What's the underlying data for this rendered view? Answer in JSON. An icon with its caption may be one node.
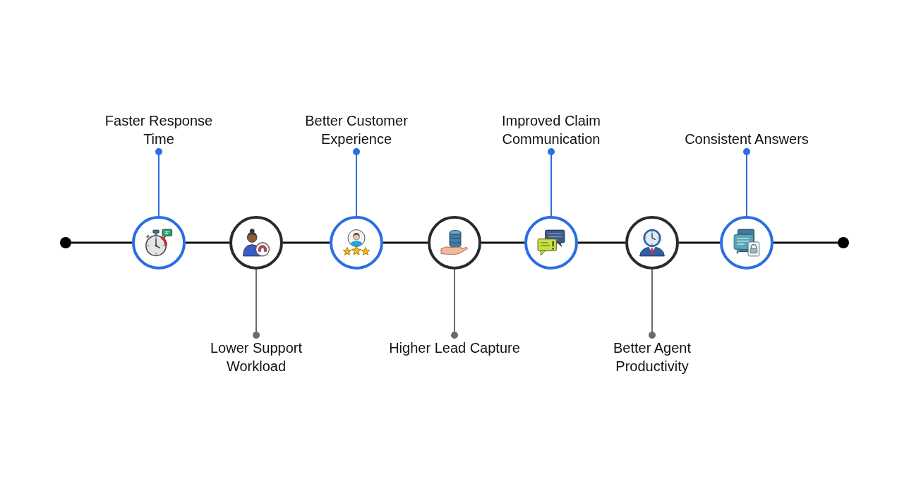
{
  "diagram": {
    "nodes": [
      {
        "text": [],
        "shape": "circle"
      },
      {
        "text": [],
        "shape": "circle"
      },
      {
        "text": [
          "Faster Response Time"
        ]
      },
      {
        "text": [],
        "shape": "circle"
      },
      {
        "text": [
          "Lower Support Workload"
        ]
      },
      {
        "text": [],
        "shape": "circle"
      },
      {
        "text": [
          "Better Customer Experience"
        ]
      },
      {
        "text": [],
        "shape": "circle"
      },
      {
        "text": [
          "Higher Lead Capture"
        ]
      },
      {
        "text": [],
        "shape": "circle"
      },
      {
        "text": [
          "Improved Claim Communication"
        ]
      },
      {
        "text": [],
        "shape": "circle"
      },
      {
        "text": [
          "Better Agent Productivity"
        ]
      },
      {
        "text": [],
        "shape": "circle"
      },
      {
        "text": [
          "Consistent Answers"
        ]
      },
      {
        "text": [],
        "shape": "circle"
      }
    ],
    "edges": [
      {
        "from": 0,
        "to": 1,
        "arrow": "none"
      },
      {
        "from": 2,
        "to": 1,
        "arrow": "other",
        "color": "#2b6de3"
      },
      {
        "from": 1,
        "to": 3,
        "arrow": "none"
      },
      {
        "from": 4,
        "to": 3,
        "arrow": "other",
        "color": "#6b6b6b"
      },
      {
        "from": 3,
        "to": 5,
        "arrow": "none"
      },
      {
        "from": 6,
        "to": 5,
        "arrow": "other",
        "color": "#2b6de3"
      },
      {
        "from": 5,
        "to": 7,
        "arrow": "none"
      },
      {
        "from": 8,
        "to": 7,
        "arrow": "other",
        "color": "#6b6b6b"
      },
      {
        "from": 7,
        "to": 9,
        "arrow": "none"
      },
      {
        "from": 10,
        "to": 9,
        "arrow": "other",
        "color": "#2b6de3"
      },
      {
        "from": 9,
        "to": 11,
        "arrow": "none"
      },
      {
        "from": 12,
        "to": 11,
        "arrow": "other",
        "color": "#6b6b6b"
      },
      {
        "from": 11,
        "to": 13,
        "arrow": "none"
      },
      {
        "from": 14,
        "to": 13,
        "arrow": "other",
        "color": "#2b6de3"
      },
      {
        "from": 13,
        "to": 15,
        "arrow": "none"
      }
    ]
  }
}
